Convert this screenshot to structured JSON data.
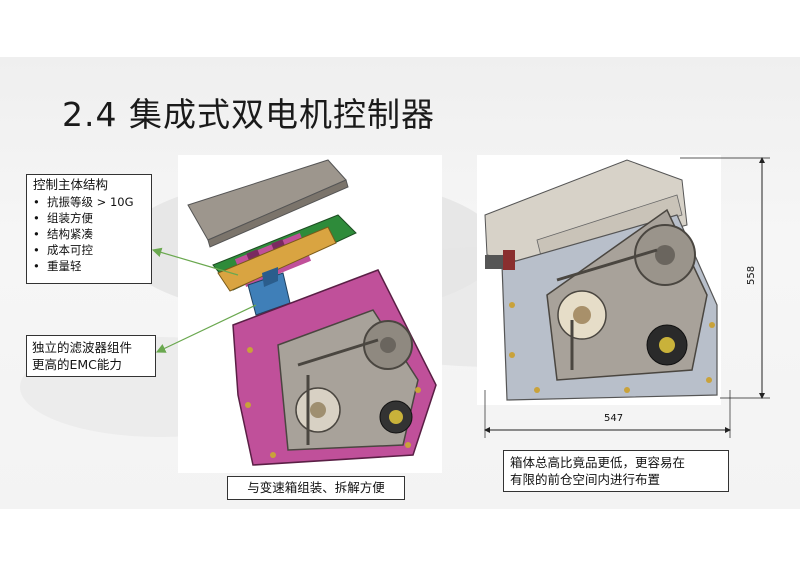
{
  "slide": {
    "title": "2.4 集成式双电机控制器"
  },
  "callouts": {
    "structure": {
      "heading": "控制主体结构",
      "items": [
        "抗振等级 > 10G",
        "组装方便",
        "结构紧凑",
        "成本可控",
        "重量轻"
      ]
    },
    "filter": {
      "line1": "独立的滤波器组件",
      "line2": "更高的EMC能力"
    },
    "assembly": "与变速箱组装、拆解方便",
    "housing": {
      "line1": "箱体总高比竟品更低，更容易在",
      "line2": "有限的前仓空间内进行布置"
    }
  },
  "dimensions": {
    "height": "558",
    "width": "547"
  },
  "colors": {
    "housing_magenta": "#c0509a",
    "pcb_green": "#2e8b3a",
    "filter_blue": "#3f7fb8",
    "gray_metal": "#a8a29a",
    "arrow_green": "#6aa84f"
  }
}
